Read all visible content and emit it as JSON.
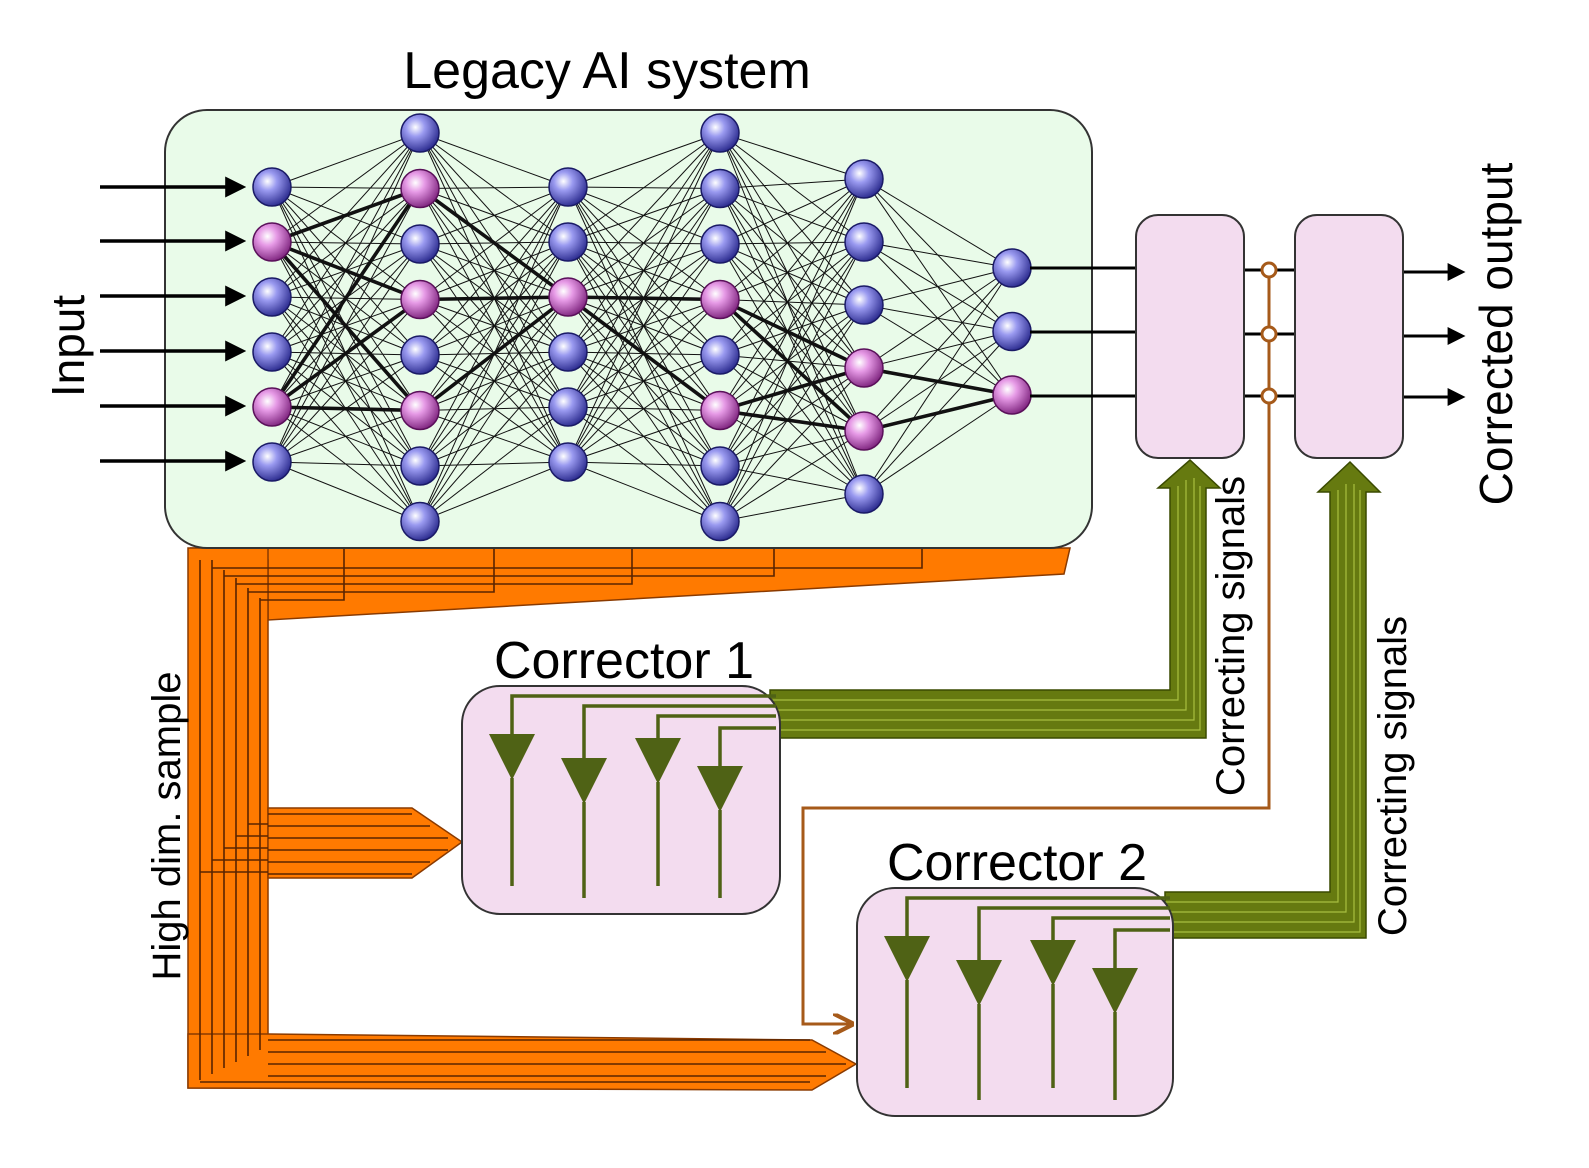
{
  "title": "Legacy AI system",
  "input_label": "Input",
  "output_label": "Corrected output",
  "sample_label": "High dim. sample",
  "corrector1_label": "Corrector 1",
  "corrector2_label": "Corrector 2",
  "correcting_signals_label": "Correcting signals",
  "colors": {
    "system_fill": "#e9fbe9",
    "corrector_fill": "#f3dcef",
    "bundle_orange": "#ff7a00",
    "bundle_green": "#667a10",
    "neuron_blue": "#4848b8",
    "neuron_magenta": "#b04ab0",
    "feedback_brown": "#a65a1a"
  },
  "network": {
    "layer_sizes": [
      6,
      8,
      6,
      8,
      6,
      3
    ],
    "highlighted": [
      [
        1,
        4
      ],
      [
        1,
        3,
        5
      ],
      [
        2
      ],
      [
        3,
        5
      ],
      [
        3,
        4
      ],
      [
        2
      ]
    ]
  },
  "corrector_neurons": 4
}
